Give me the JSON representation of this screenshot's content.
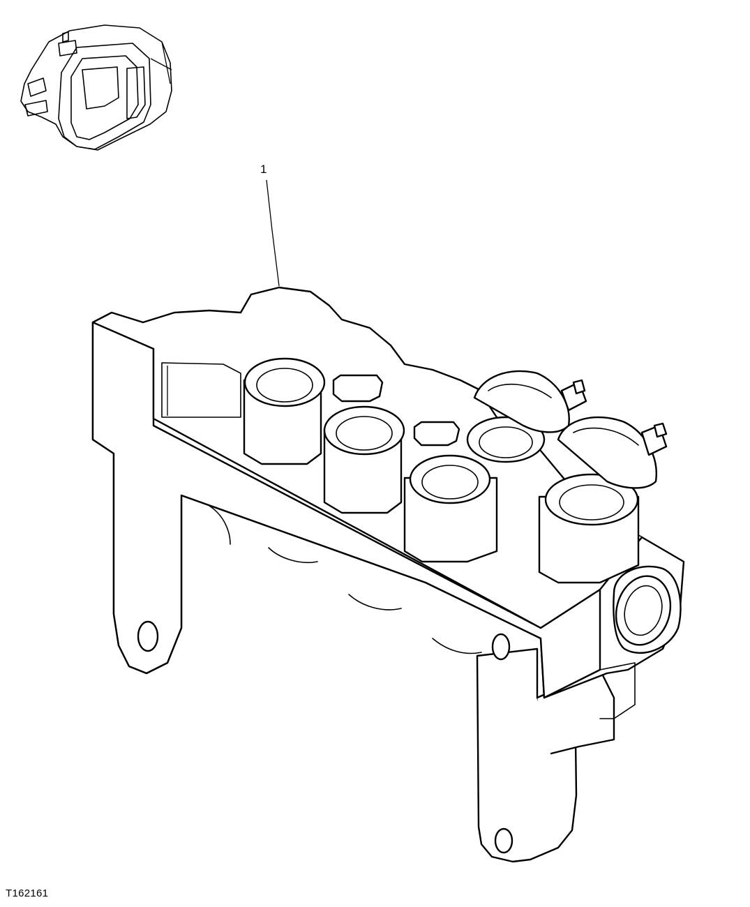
{
  "diagram": {
    "callouts": [
      {
        "number": "1"
      }
    ],
    "figure_id": "T162161"
  },
  "icons": {
    "locator": "excavator-cab-locator-icon",
    "part": "control-valve-manifold"
  }
}
